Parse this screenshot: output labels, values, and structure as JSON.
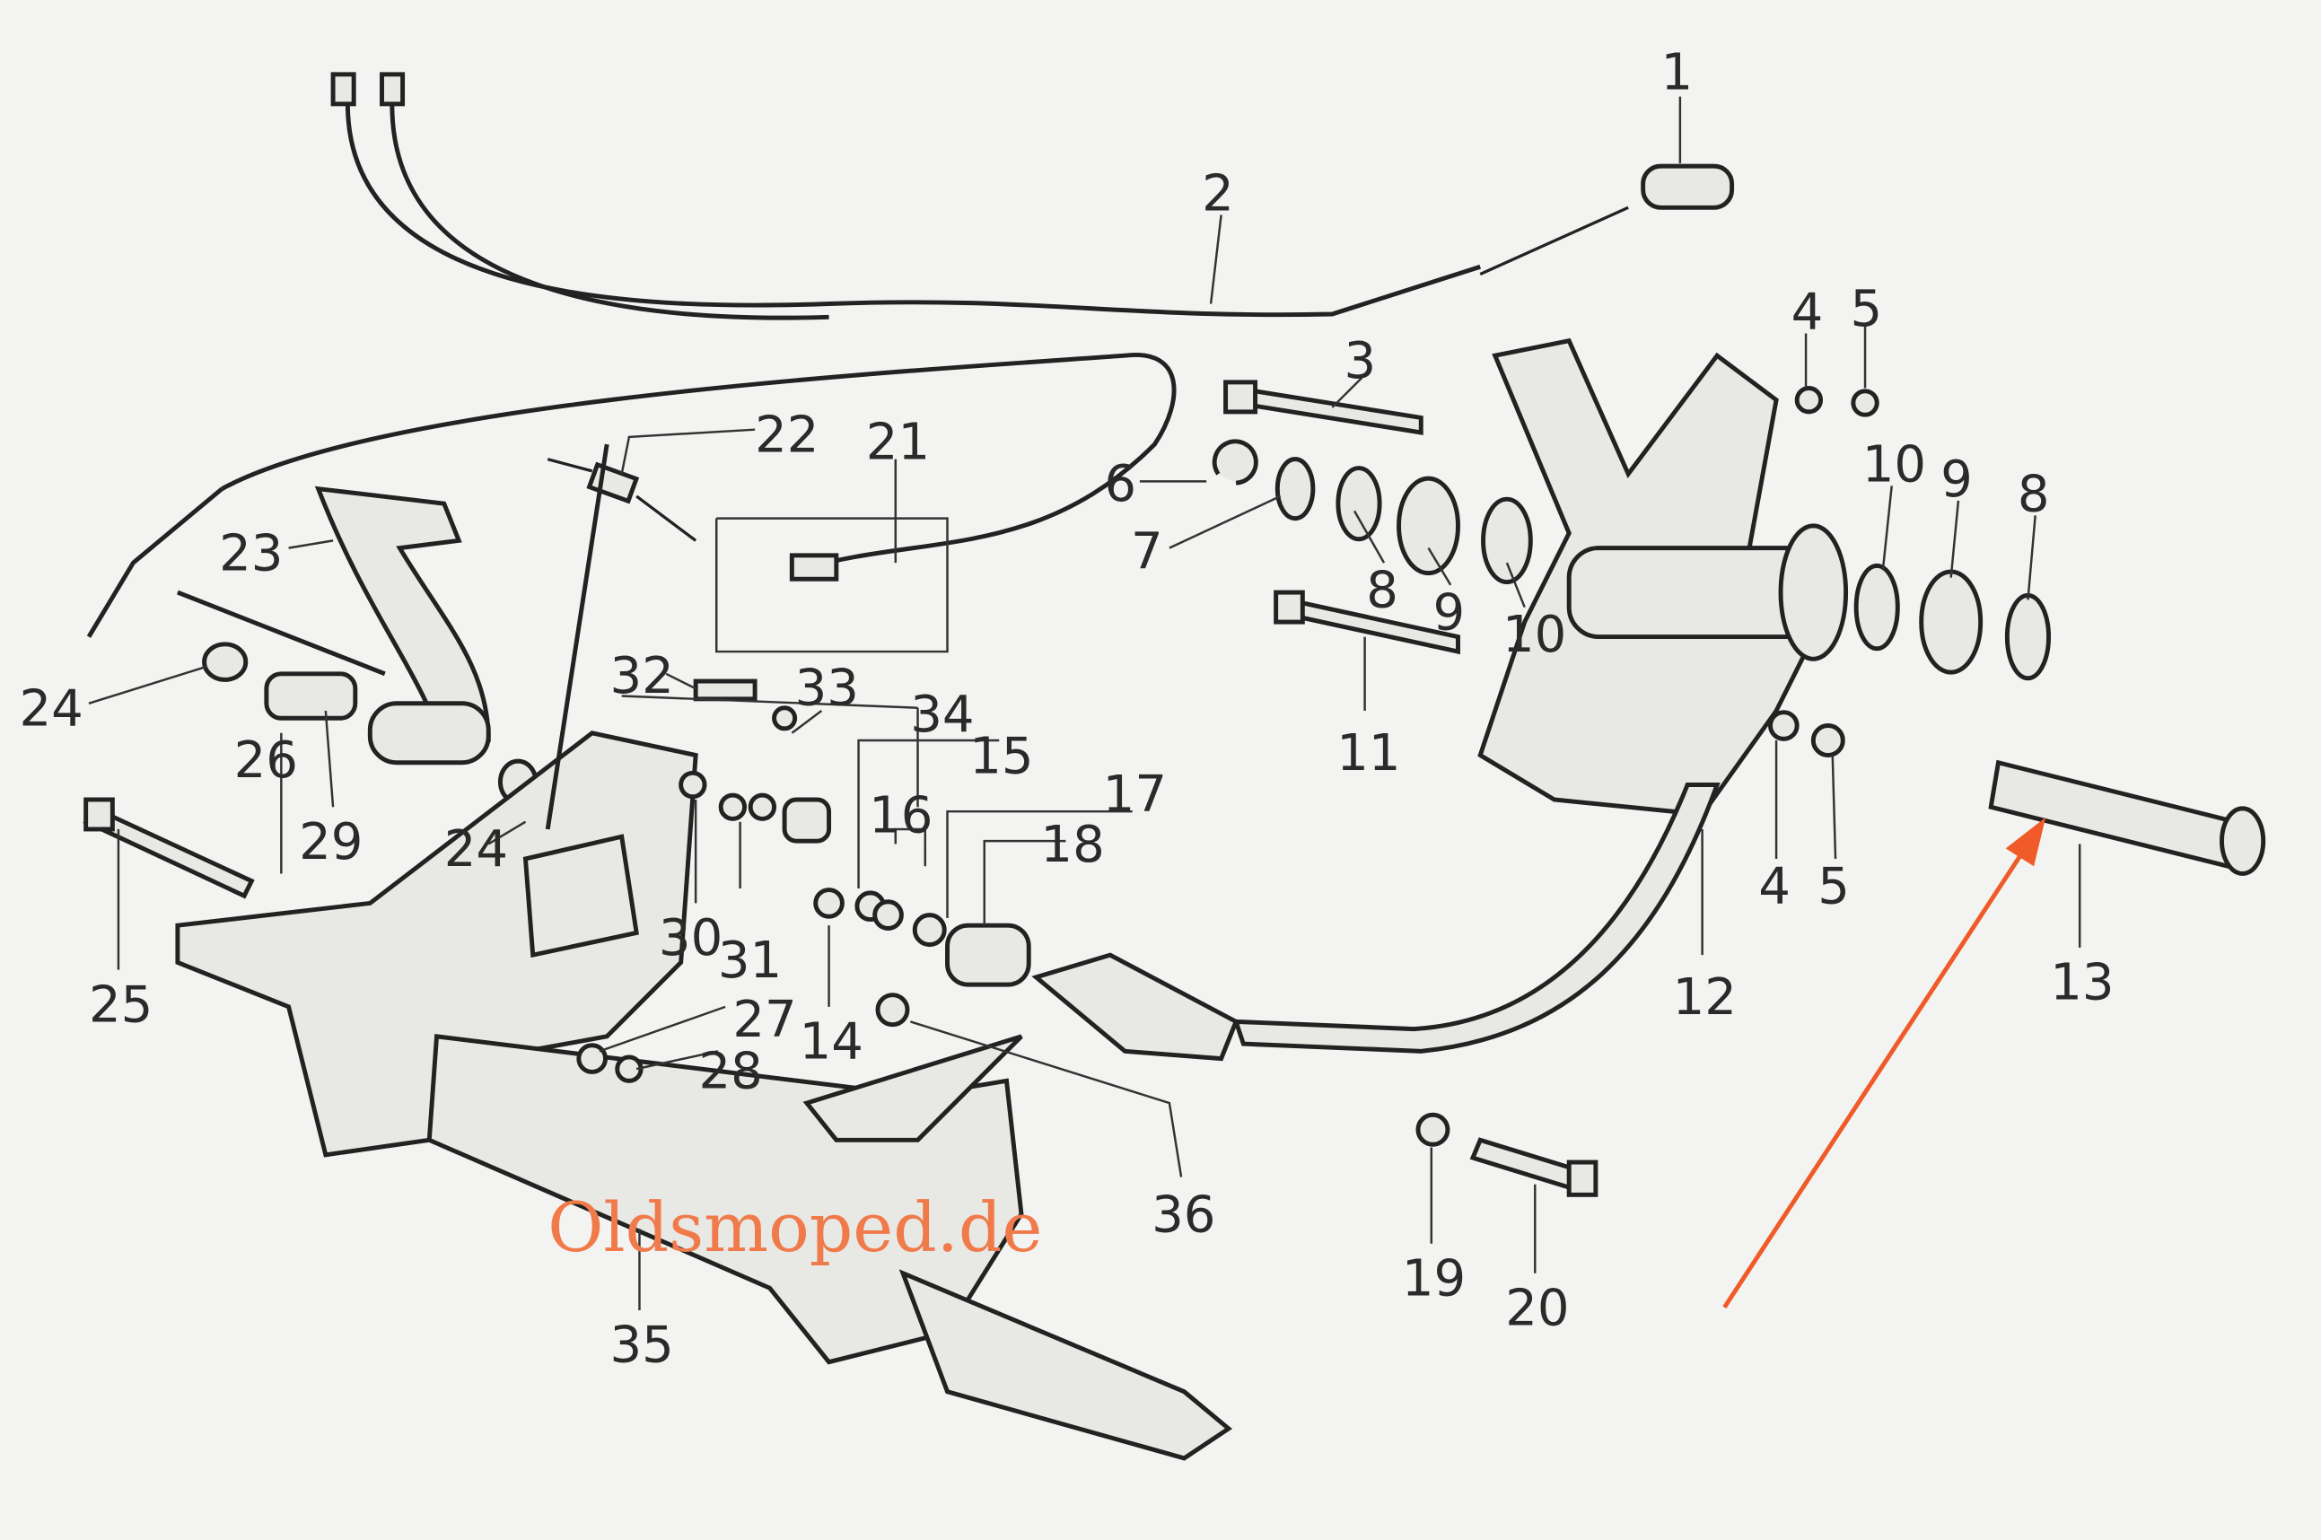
{
  "diagram": {
    "type": "exploded-parts-diagram",
    "watermark": "Oldsmoped.de",
    "highlight_arrow_target": "13",
    "colors": {
      "arrow": "#f05a28",
      "watermark": "#f07a4a",
      "ink": "#222222",
      "paper": "#f3f3f1"
    }
  },
  "labels": [
    "1",
    "2",
    "3",
    "4",
    "5",
    "6",
    "7",
    "8",
    "9",
    "10",
    "10",
    "9",
    "8",
    "11",
    "12",
    "4",
    "5",
    "13",
    "22",
    "21",
    "23",
    "24",
    "26",
    "29",
    "24",
    "25",
    "32",
    "33",
    "34",
    "15",
    "16",
    "17",
    "18",
    "30",
    "31",
    "14",
    "27",
    "28",
    "36",
    "19",
    "20",
    "35"
  ]
}
